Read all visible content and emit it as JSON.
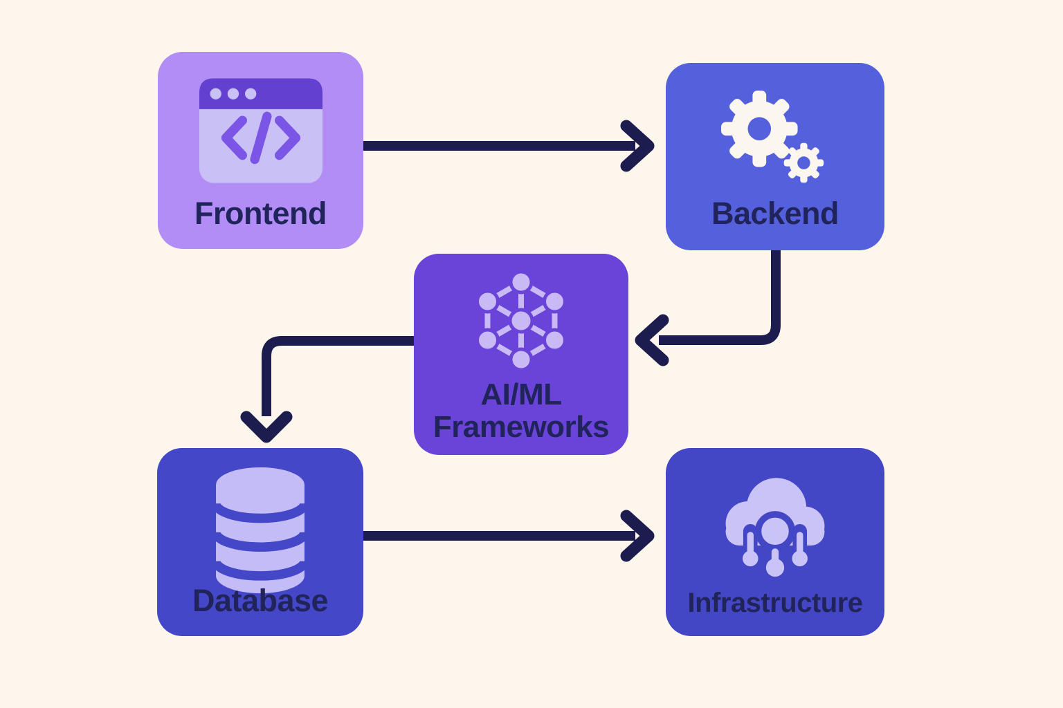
{
  "diagram": {
    "background_color": "#fdf6ec",
    "arrow_color": "#1c1c4e",
    "label_color": "#20245a",
    "nodes": [
      {
        "id": "frontend",
        "label": "Frontend",
        "icon": "browser-code-icon",
        "color": "#b18df5",
        "icon_color": "#c9c0f6"
      },
      {
        "id": "backend",
        "label": "Backend",
        "icon": "gears-icon",
        "color": "#5560dd",
        "icon_color": "#fcf7ee"
      },
      {
        "id": "aiml",
        "label": "AI/ML Frameworks",
        "icon": "network-nodes-icon",
        "color": "#6a43d8",
        "icon_color": "#c9baf6"
      },
      {
        "id": "database",
        "label": "Database",
        "icon": "database-cylinder-icon",
        "color": "#4447c7",
        "icon_color": "#c4bcf6"
      },
      {
        "id": "infrastructure",
        "label": "Infrastructure",
        "icon": "cloud-infrastructure-icon",
        "color": "#4347c5",
        "icon_color": "#c9c3f8"
      }
    ],
    "connections": [
      {
        "from": "Frontend",
        "to": "Backend"
      },
      {
        "from": "Backend",
        "to": "AI/ML Frameworks"
      },
      {
        "from": "AI/ML Frameworks",
        "to": "Database"
      },
      {
        "from": "Database",
        "to": "Infrastructure"
      }
    ]
  }
}
